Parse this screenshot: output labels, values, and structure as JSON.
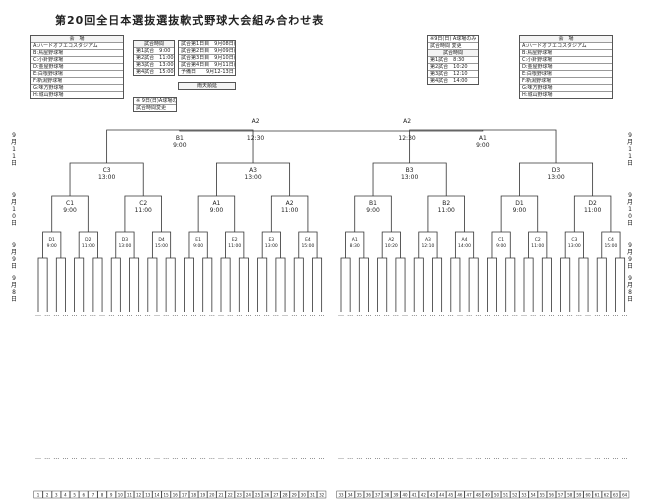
{
  "title": "第20回全日本選抜選抜軟式野球大会組み合わせ表",
  "venues_left": {
    "header": "会　場",
    "items": [
      "A:ハードオフエコスタジアム",
      "B:鳥屋野球場",
      "C:小針野球場",
      "D:金屋野球場",
      "E:白根野球場",
      "F:新潟野球場",
      "G:味方野球場",
      "H:城山野球場"
    ]
  },
  "venues_right": {
    "header": "会　場",
    "items": [
      "A:ハードオフエコスタジアム",
      "B:鳥屋野球場",
      "C:小針野球場",
      "D:金屋野球場",
      "E:白根野球場",
      "F:新潟野球場",
      "G:味方野球場",
      "H:城山野球場"
    ]
  },
  "times": {
    "header": "試合時間",
    "items": [
      "第1試合　9:00",
      "第2試合　11:00",
      "第3試合　13:00",
      "第4試合　15:00"
    ]
  },
  "schedule": {
    "items": [
      "試合第1日目　9月08日(土)",
      "試合第2日目　9月09日(日)",
      "試合第3日目　9月10日(月)",
      "試合第4日目　9月11日(火)",
      "予備日　　9月12-13日"
    ]
  },
  "rain": "雨天順延",
  "note": {
    "items": [
      "※ 9日(日)A球場のみ",
      "試合時間変更"
    ]
  },
  "change": {
    "items": [
      "※9日(日) A球場のみ",
      "試合時間 変更",
      "試合時間",
      "第1試合　8:30",
      "第2試合　10:20",
      "第3試合　12:10",
      "第4試合　14:00"
    ]
  },
  "day_labels": [
    "9月11日",
    "9月10日",
    "9月9日",
    "9月8日"
  ],
  "rounds": {
    "final_left": {
      "code": "A2",
      "time": "12:30"
    },
    "final_right": {
      "code": "A2",
      "time": "12:30"
    },
    "semi_left": {
      "code": "B1",
      "time": "9:00"
    },
    "semi_right": {
      "code": "A1",
      "time": "9:00"
    },
    "qf": [
      {
        "code": "C3",
        "time": "13:00"
      },
      {
        "code": "A3",
        "time": "13:00"
      },
      {
        "code": "B3",
        "time": "13:00"
      },
      {
        "code": "D3",
        "time": "13:00"
      }
    ],
    "r3": [
      {
        "code": "C1",
        "time": "9:00"
      },
      {
        "code": "C2",
        "time": "11:00"
      },
      {
        "code": "A1",
        "time": "9:00"
      },
      {
        "code": "A2",
        "time": "11:00"
      },
      {
        "code": "B1",
        "time": "9:00"
      },
      {
        "code": "B2",
        "time": "11:00"
      },
      {
        "code": "D1",
        "time": "9:00"
      },
      {
        "code": "D2",
        "time": "11:00"
      }
    ],
    "r2": [
      {
        "code": "D1",
        "time": "9:00"
      },
      {
        "code": "D2",
        "time": "11:00"
      },
      {
        "code": "D3",
        "time": "13:00"
      },
      {
        "code": "D4",
        "time": "15:00"
      },
      {
        "code": "E1",
        "time": "9:00"
      },
      {
        "code": "E2",
        "time": "11:00"
      },
      {
        "code": "E3",
        "time": "13:00"
      },
      {
        "code": "E4",
        "time": "15:00"
      },
      {
        "code": "A1",
        "time": "8:30"
      },
      {
        "code": "A2",
        "time": "10:20"
      },
      {
        "code": "A3",
        "time": "12:10"
      },
      {
        "code": "A4",
        "time": "14:00"
      },
      {
        "code": "C1",
        "time": "9:00"
      },
      {
        "code": "C2",
        "time": "11:00"
      },
      {
        "code": "C3",
        "time": "13:00"
      },
      {
        "code": "C4",
        "time": "15:00"
      }
    ]
  },
  "teams": [
    "…",
    "…",
    "…",
    "…",
    "…",
    "…",
    "…",
    "…",
    "…",
    "…",
    "…",
    "…",
    "…",
    "…",
    "…",
    "…",
    "…",
    "…",
    "…",
    "…",
    "…",
    "…",
    "…",
    "…",
    "…",
    "…",
    "…",
    "…",
    "…",
    "…",
    "…",
    "…",
    "…",
    "…",
    "…",
    "…",
    "…",
    "…",
    "…",
    "…",
    "…",
    "…",
    "…",
    "…",
    "…",
    "…",
    "…",
    "…",
    "…",
    "…",
    "…",
    "…",
    "…",
    "…",
    "…",
    "…",
    "…",
    "…",
    "…",
    "…",
    "…",
    "…",
    "…",
    "…"
  ],
  "prefectures": [
    "…",
    "…",
    "…",
    "…",
    "…",
    "…",
    "…",
    "…",
    "…",
    "…",
    "…",
    "…",
    "…",
    "…",
    "…",
    "…",
    "…",
    "…",
    "…",
    "…",
    "…",
    "…",
    "…",
    "…",
    "…",
    "…",
    "…",
    "…",
    "…",
    "…",
    "…",
    "…",
    "…",
    "…",
    "…",
    "…",
    "…",
    "…",
    "…",
    "…",
    "…",
    "…",
    "…",
    "…",
    "…",
    "…",
    "…",
    "…",
    "…",
    "…",
    "…",
    "…",
    "…",
    "…",
    "…",
    "…",
    "…",
    "…",
    "…",
    "…",
    "…",
    "…",
    "…",
    "…"
  ],
  "slot_numbers": [
    "1",
    "2",
    "3",
    "4",
    "5",
    "6",
    "7",
    "8",
    "9",
    "10",
    "11",
    "12",
    "13",
    "14",
    "15",
    "16",
    "17",
    "18",
    "19",
    "20",
    "21",
    "22",
    "23",
    "24",
    "25",
    "26",
    "27",
    "28",
    "29",
    "30",
    "31",
    "32",
    "33",
    "34",
    "35",
    "36",
    "37",
    "38",
    "39",
    "40",
    "41",
    "42",
    "43",
    "44",
    "45",
    "46",
    "47",
    "48",
    "49",
    "50",
    "51",
    "52",
    "53",
    "54",
    "55",
    "56",
    "57",
    "58",
    "59",
    "60",
    "61",
    "62",
    "63",
    "64"
  ]
}
